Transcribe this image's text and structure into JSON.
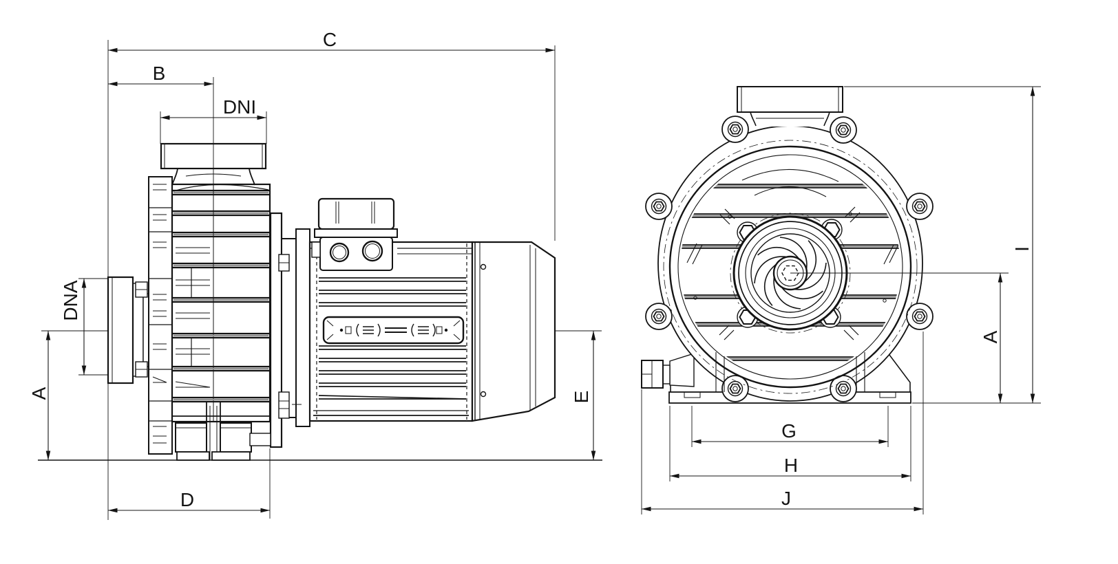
{
  "colors": {
    "background": "#ffffff",
    "line": "#141414"
  },
  "side_view": {
    "dim_overall_length": "C",
    "dim_inlet_offset": "B",
    "dim_discharge_port": "DNI",
    "dim_suction_port": "DNA",
    "dim_centerline_height": "A",
    "dim_motor_centerline_height": "E",
    "dim_pump_length": "D"
  },
  "front_view": {
    "dim_total_height": "I",
    "dim_centerline_height": "A",
    "dim_foot_spacing": "G",
    "dim_base_width": "H",
    "dim_overall_width": "J"
  }
}
